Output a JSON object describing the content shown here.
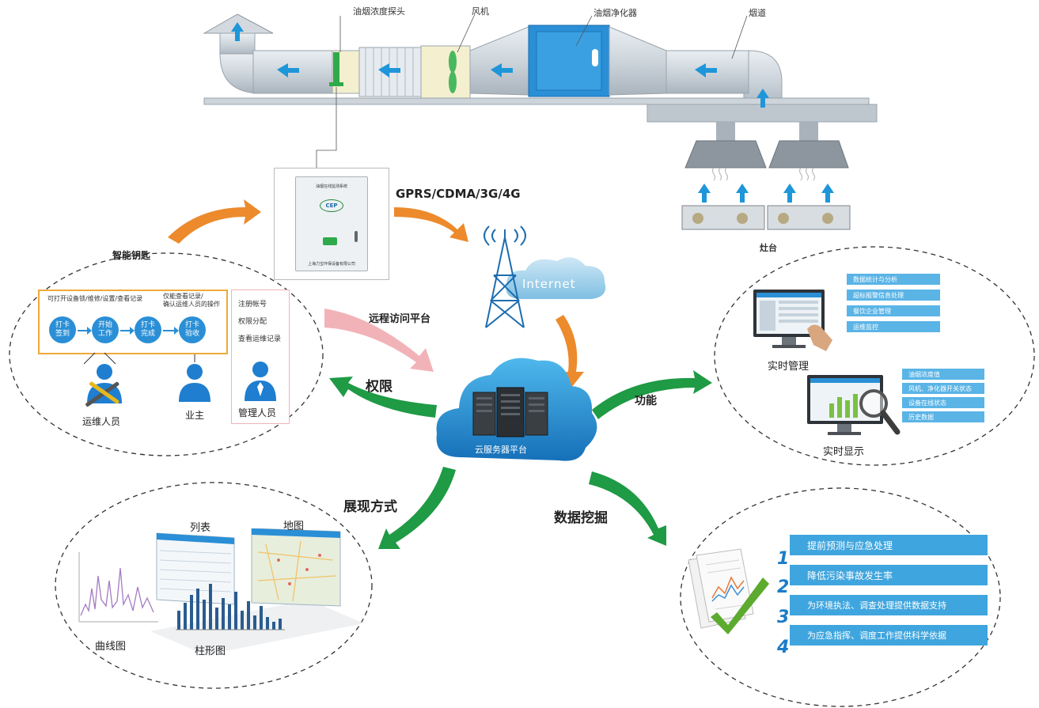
{
  "duct": {
    "probe_label": "油烟浓度探头",
    "fan_label": "风机",
    "purifier_label": "油烟净化器",
    "flue_label": "烟道",
    "stove_label": "灶台"
  },
  "monitor_box": {
    "title": "油烟在线监测系统",
    "brand_logo": "CEP",
    "footer": "上海力宝环保设备有限公司"
  },
  "network": {
    "protocol_label": "GPRS/CDMA/3G/4G",
    "internet_label": "Internet"
  },
  "smart_key": {
    "label": "智能钥匙",
    "note_left": "可打开设备锁/维修/设置/查看记录",
    "note_right_1": "仅能查看记录/",
    "note_right_2": "确认运维人员的操作",
    "steps": [
      {
        "line1": "打卡",
        "line2": "签到"
      },
      {
        "line1": "开始",
        "line2": "工作"
      },
      {
        "line1": "打卡",
        "line2": "完成"
      },
      {
        "line1": "打卡",
        "line2": "验收"
      }
    ],
    "ops_label": "运维人员",
    "owner_label": "业主"
  },
  "admin": {
    "items": [
      "注册帐号",
      "权限分配",
      "查看运维记录"
    ],
    "label": "管理人员"
  },
  "arrows": {
    "remote_access": "远程访问平台",
    "permission": "权限",
    "function": "功能",
    "display_mode": "展现方式",
    "data_mining": "数据挖掘"
  },
  "cloud": {
    "label": "云服务器平台"
  },
  "function_panel": {
    "realtime_mgmt_label": "实时管理",
    "realtime_mgmt_items": [
      "数据统计与分析",
      "超标报警信息处理",
      "餐饮企业管理",
      "运维监控"
    ],
    "realtime_display_label": "实时显示",
    "realtime_display_items": [
      "油烟浓度值",
      "风机、净化器开关状态",
      "设备在线状态",
      "历史数据"
    ]
  },
  "display_panel": {
    "list_label": "列表",
    "map_label": "地图",
    "curve_label": "曲线图",
    "bar_label": "柱形图"
  },
  "mining_panel": {
    "items": [
      {
        "num": "1",
        "text": "提前预测与应急处理"
      },
      {
        "num": "2",
        "text": "降低污染事故发生率"
      },
      {
        "num": "3",
        "text": "为环境执法、调查处理提供数据支持"
      },
      {
        "num": "4",
        "text": "为应急指挥、调度工作提供科学依据"
      }
    ]
  },
  "colors": {
    "accent_blue": "#2a8fd6",
    "arrow_green": "#1f9a45",
    "arrow_orange": "#ec8a2c",
    "arrow_pink": "#f2b3b8",
    "duct_gray": "#d6dde4"
  }
}
